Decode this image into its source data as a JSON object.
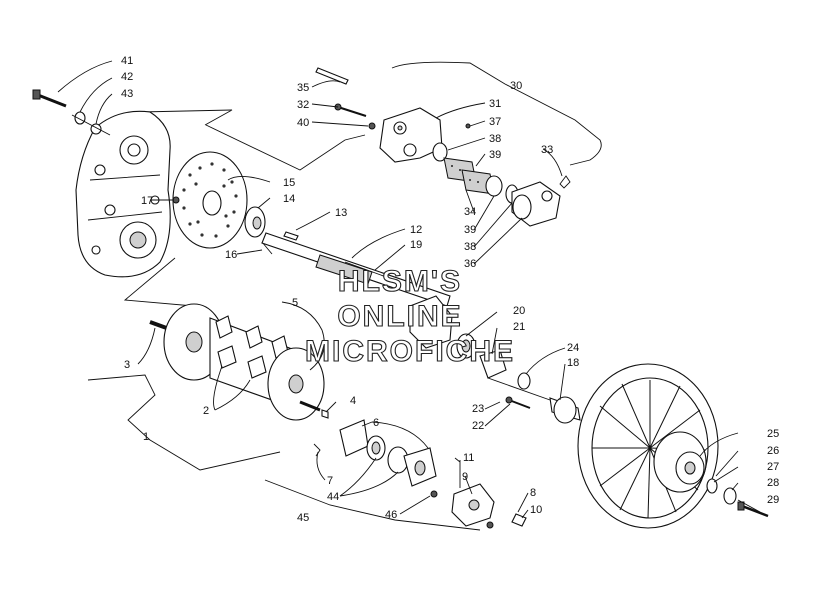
{
  "watermark": {
    "lines": [
      "HLSM'S",
      "ONLINE",
      "MICROFICHE"
    ]
  },
  "callouts": [
    {
      "id": "c41",
      "label": "41"
    },
    {
      "id": "c42",
      "label": "42"
    },
    {
      "id": "c43",
      "label": "43"
    },
    {
      "id": "c35",
      "label": "35"
    },
    {
      "id": "c32",
      "label": "32"
    },
    {
      "id": "c40",
      "label": "40"
    },
    {
      "id": "c30",
      "label": "30"
    },
    {
      "id": "c31",
      "label": "31"
    },
    {
      "id": "c37",
      "label": "37"
    },
    {
      "id": "c38a",
      "label": "38"
    },
    {
      "id": "c39a",
      "label": "39"
    },
    {
      "id": "c33",
      "label": "33"
    },
    {
      "id": "c15",
      "label": "15"
    },
    {
      "id": "c14",
      "label": "14"
    },
    {
      "id": "c17",
      "label": "17"
    },
    {
      "id": "c13",
      "label": "13"
    },
    {
      "id": "c34",
      "label": "34"
    },
    {
      "id": "c39b",
      "label": "39"
    },
    {
      "id": "c38b",
      "label": "38"
    },
    {
      "id": "c36",
      "label": "36"
    },
    {
      "id": "c12",
      "label": "12"
    },
    {
      "id": "c19",
      "label": "19"
    },
    {
      "id": "c16",
      "label": "16"
    },
    {
      "id": "c5",
      "label": "5"
    },
    {
      "id": "c20",
      "label": "20"
    },
    {
      "id": "c21",
      "label": "21"
    },
    {
      "id": "c3",
      "label": "3"
    },
    {
      "id": "c24",
      "label": "24"
    },
    {
      "id": "c18",
      "label": "18"
    },
    {
      "id": "c2",
      "label": "2"
    },
    {
      "id": "c4",
      "label": "4"
    },
    {
      "id": "c23",
      "label": "23"
    },
    {
      "id": "c22",
      "label": "22"
    },
    {
      "id": "c6",
      "label": "6"
    },
    {
      "id": "c1",
      "label": "1"
    },
    {
      "id": "c25",
      "label": "25"
    },
    {
      "id": "c26",
      "label": "26"
    },
    {
      "id": "c11",
      "label": "11"
    },
    {
      "id": "c7",
      "label": "7"
    },
    {
      "id": "c27",
      "label": "27"
    },
    {
      "id": "c9",
      "label": "9"
    },
    {
      "id": "c28",
      "label": "28"
    },
    {
      "id": "c44",
      "label": "44"
    },
    {
      "id": "c8",
      "label": "8"
    },
    {
      "id": "c29",
      "label": "29"
    },
    {
      "id": "c46",
      "label": "46"
    },
    {
      "id": "c10",
      "label": "10"
    },
    {
      "id": "c45",
      "label": "45"
    }
  ]
}
